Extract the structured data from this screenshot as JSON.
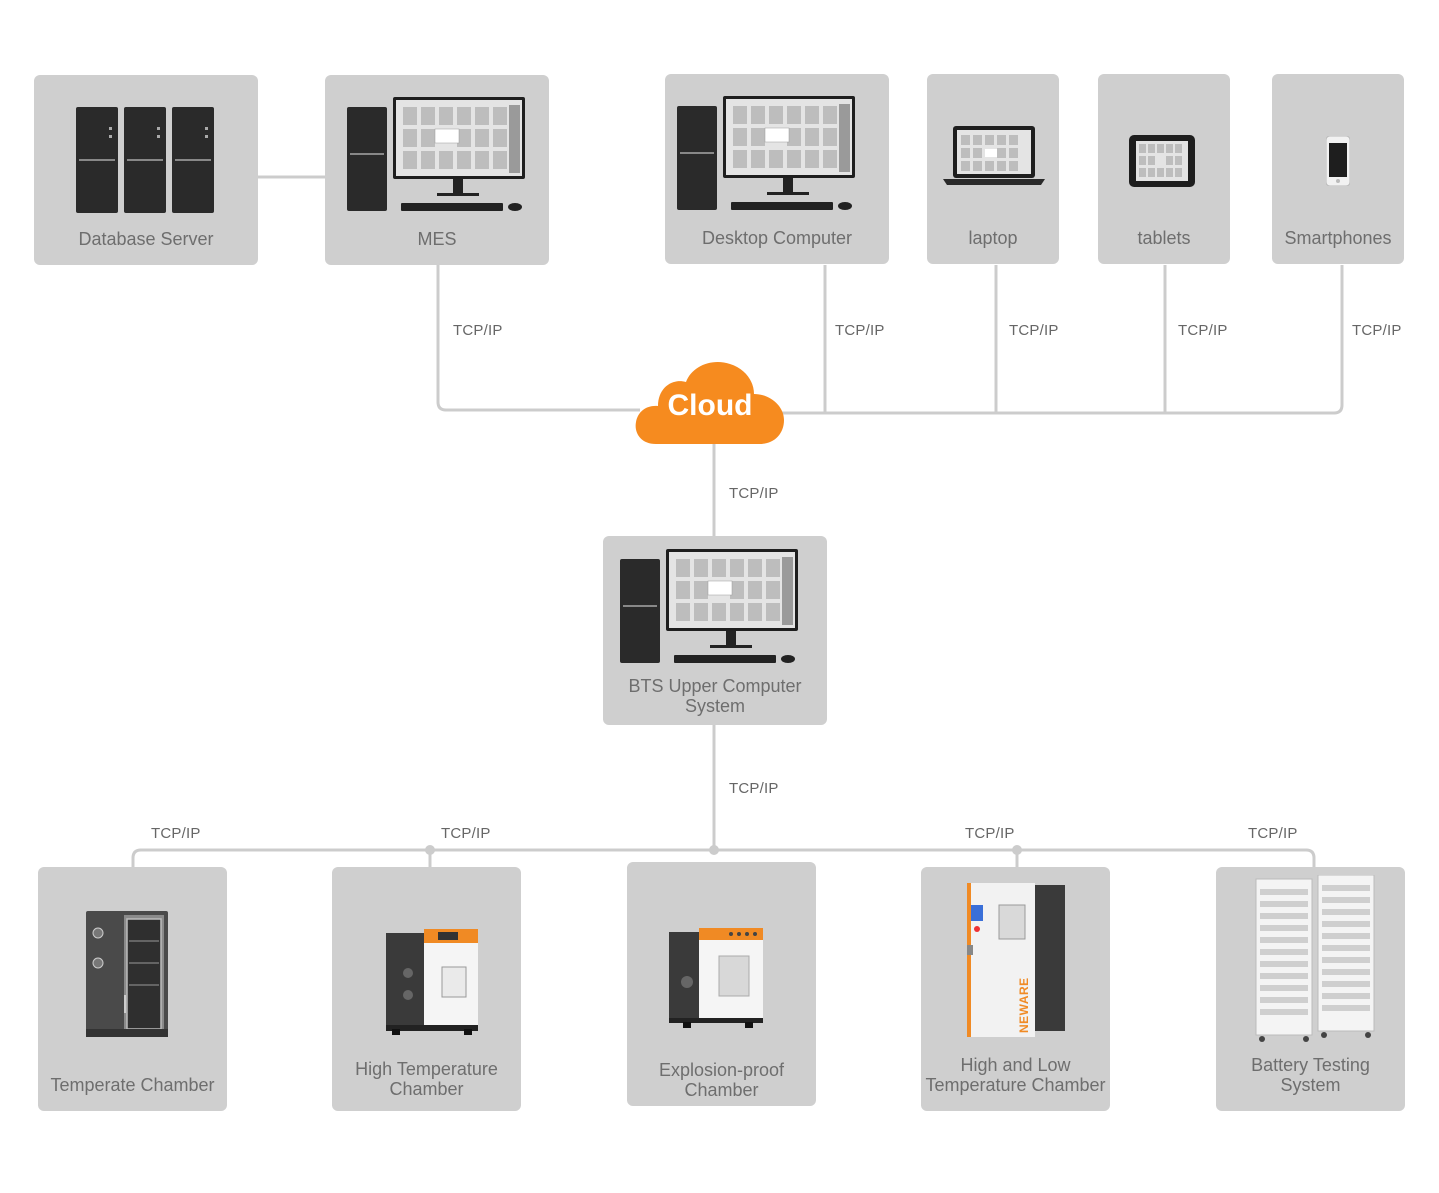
{
  "colors": {
    "box_bg": "#cfcfcf",
    "line": "#cccccc",
    "cloud": "#f68b1f",
    "cloud_text": "#ffffff",
    "label": "#6e6e6e"
  },
  "protocol": "TCP/IP",
  "cloud": {
    "label": "Cloud"
  },
  "top_row": {
    "database_server": {
      "label": "Database Server",
      "icon": "server-tower-icon"
    },
    "mes": {
      "label": "MES",
      "icon": "desktop-pc-icon"
    },
    "desktop_computer": {
      "label": "Desktop Computer",
      "icon": "desktop-pc-icon"
    },
    "laptop": {
      "label": "laptop",
      "icon": "laptop-icon"
    },
    "tablets": {
      "label": "tablets",
      "icon": "tablet-icon"
    },
    "smartphones": {
      "label": "Smartphones",
      "icon": "smartphone-icon"
    }
  },
  "middle": {
    "bts": {
      "label_line1": "BTS Upper Computer",
      "label_line2": "System",
      "icon": "desktop-pc-icon"
    }
  },
  "bottom_row": {
    "temperate_chamber": {
      "label_line1": "Temperate Chamber",
      "icon": "glass-door-chamber-icon"
    },
    "high_temp_chamber": {
      "label_line1": "High Temperature",
      "label_line2": "Chamber",
      "icon": "oven-chamber-icon"
    },
    "explosion_proof": {
      "label_line1": "Explosion-proof",
      "label_line2": "Chamber",
      "icon": "oven-chamber-icon"
    },
    "high_low_temp": {
      "label_line1": "High and Low",
      "label_line2": "Temperature Chamber",
      "icon": "climate-chamber-icon",
      "brand": "NEWARE"
    },
    "battery_testing": {
      "label_line1": "Battery Testing",
      "label_line2": "System",
      "icon": "battery-rack-icon"
    }
  }
}
